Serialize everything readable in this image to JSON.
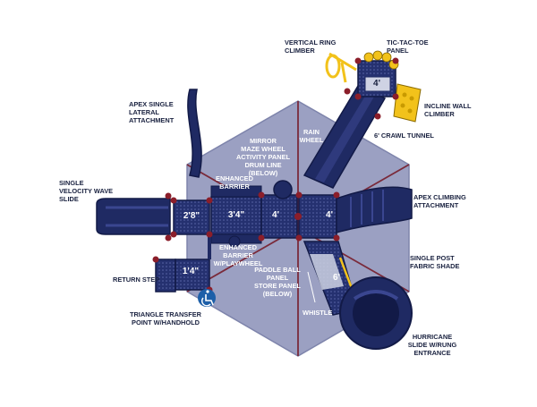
{
  "colors": {
    "shade": "#9ba0c2",
    "shade_edge": "#7e84ab",
    "navy": "#1f2a63",
    "navy_dark": "#121a47",
    "post": "#8b1e2a",
    "yellow": "#f2c21b",
    "accessible": "#1d5fa8"
  },
  "labels": {
    "vertical_ring_climber": "VERTICAL RING\nCLIMBER",
    "tic_tac_toe_panel": "TIC-TAC-TOE\nPANEL",
    "incline_wall_climber": "INCLINE WALL\nCLIMBER",
    "crawl_tunnel": "6' CRAWL TUNNEL",
    "apex_single_lateral": "APEX SINGLE\nLATERAL\nATTACHMENT",
    "rain_wheel": "RAIN\nWHEEL",
    "mirror_group": "MIRROR\nMAZE WHEEL\nACTIVITY PANEL\nDRUM LINE\n(BELOW)",
    "enhanced_barrier": "ENHANCED\nBARRIER",
    "single_velocity_wave_slide": "SINGLE\nVELOCITY WAVE\nSLIDE",
    "apex_climbing_attachment": "APEX CLIMBING\nATTACHMENT",
    "enhanced_barrier_playwheel": "ENHANCED\nBARRIER\nW/PLAYWHEEL",
    "single_post_fabric_shade": "SINGLE POST\nFABRIC SHADE",
    "return_step": "RETURN STEP",
    "paddle_ball_panel": "PADDLE BALL\nPANEL\nSTORE PANEL\n(BELOW)",
    "whistle": "WHISTLE",
    "triangle_transfer_point": "TRIANGLE TRANSFER\nPOINT W/HANDHOLD",
    "hurricane_slide": "HURRICANE\nSLIDE W/RUNG\nENTRANCE"
  },
  "decks": {
    "deck_4_top": "4'",
    "deck_2_8": "2'8\"",
    "deck_3_4": "3'4\"",
    "deck_4_center": "4'",
    "deck_4_right": "4'",
    "deck_6": "6'",
    "deck_1_4": "1'4\""
  },
  "icons": {
    "accessible": "wheelchair-icon"
  }
}
